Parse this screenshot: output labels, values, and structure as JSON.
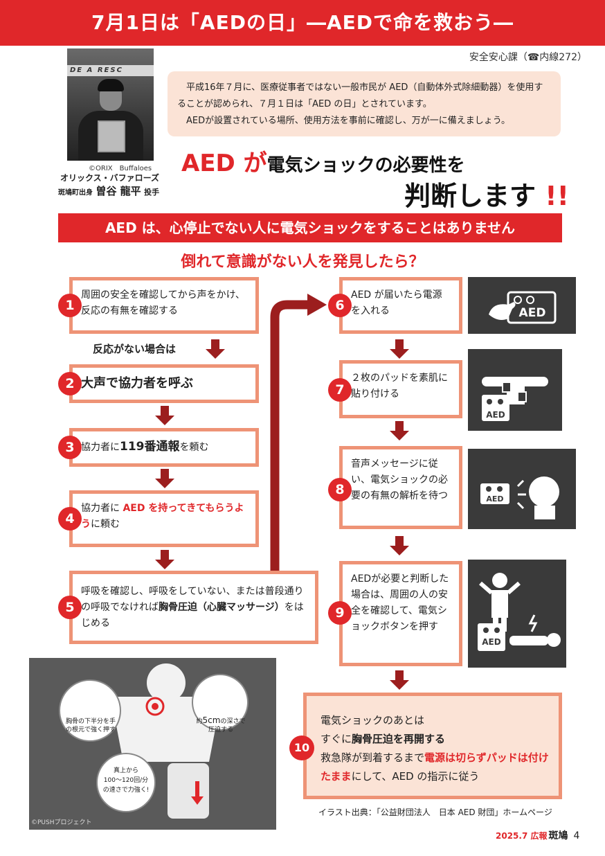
{
  "banner": {
    "title": "7月1日は「AEDの日」―AEDで命を救おう―"
  },
  "dept": "安全安心課（☎内線272）",
  "photo": {
    "sign_text": "DE A  RESC",
    "credit": "©ORIX　Buffaloes",
    "team": "オリックス・バファローズ",
    "from": "斑鳩町出身",
    "name": "曽谷 龍平",
    "position": "投手"
  },
  "intro": {
    "p1": "平成16年７月に、医療従事者ではない一般市民が AED（自動体外式除細動器）を使用することが認められ、７月１日は「AED の日」とされています。",
    "p2": "AEDが設置されている場所、使用方法を事前に確認し、万が一に備えましょう。"
  },
  "catch": {
    "part1": "AED が",
    "part2": "電気ショックの必要性を",
    "part3": "判断します",
    "part4": "!!"
  },
  "redbar": "AED は、心停止でない人に電気ショックをすることはありません",
  "subhead": "倒れて意識がない人を発見したら？",
  "no_response_label": "反応がない場合は",
  "steps": {
    "s1": {
      "num": "1",
      "text": "周囲の安全を確認してから声をかけ、反応の有無を確認する"
    },
    "s2": {
      "num": "2",
      "text": "大声で協力者を呼ぶ"
    },
    "s3": {
      "num": "3",
      "pre": "協力者に",
      "em": "119番通報",
      "post": "を頼む"
    },
    "s4": {
      "num": "4",
      "pre": "協力者に ",
      "em": "AED を持ってきてもらうよう",
      "post": "に頼む"
    },
    "s5": {
      "num": "5",
      "pre": "呼吸を確認し、呼吸をしていない、または普段通りの呼吸でなければ",
      "em": "胸骨圧迫（心臓マッサージ）",
      "post": "をはじめる"
    },
    "s6": {
      "num": "6",
      "text": "AED が届いたら電源を入れる"
    },
    "s7": {
      "num": "7",
      "text": "２枚のパッドを素肌に貼り付ける"
    },
    "s8": {
      "num": "8",
      "text": "音声メッセージに従い、電気ショックの必要の有無の解析を待つ"
    },
    "s9": {
      "num": "9",
      "text": "AEDが必要と判断した場合は、周囲の人の安全を確認して、電気ショックボタンを押す"
    },
    "s10": {
      "num": "10",
      "line1": "電気ショックのあとは",
      "line2_pre": "すぐに",
      "line2_em": "胸骨圧迫を再開する",
      "line3_pre": "救急隊が到着するまで",
      "line3_em": "電源は切らずパッドは付けたまま",
      "line3_post": "にして、AED の指示に従う"
    }
  },
  "icons": {
    "aed_label": "AED"
  },
  "cpr": {
    "bubble1": "胸骨の下半分を手の根元で強く押す",
    "bubble2_pre": "約",
    "bubble2_num": "5cm",
    "bubble2_post": "の深さで圧迫する",
    "bubble3_l1": "真上から",
    "bubble3_l2": "100～120回/分",
    "bubble3_l3": "の速さで力強く!",
    "credit": "©PUSHプロジェクト"
  },
  "source": "イラスト出典：「公益財団法人　日本 AED 財団」ホームページ",
  "footer": {
    "issue": "2025.7 広報",
    "brand": "斑鳩",
    "page": "4"
  },
  "colors": {
    "accent": "#e0272a",
    "box_border": "#ee9376",
    "arrow": "#9c1e1e",
    "intro_bg": "#fbe3d6"
  }
}
